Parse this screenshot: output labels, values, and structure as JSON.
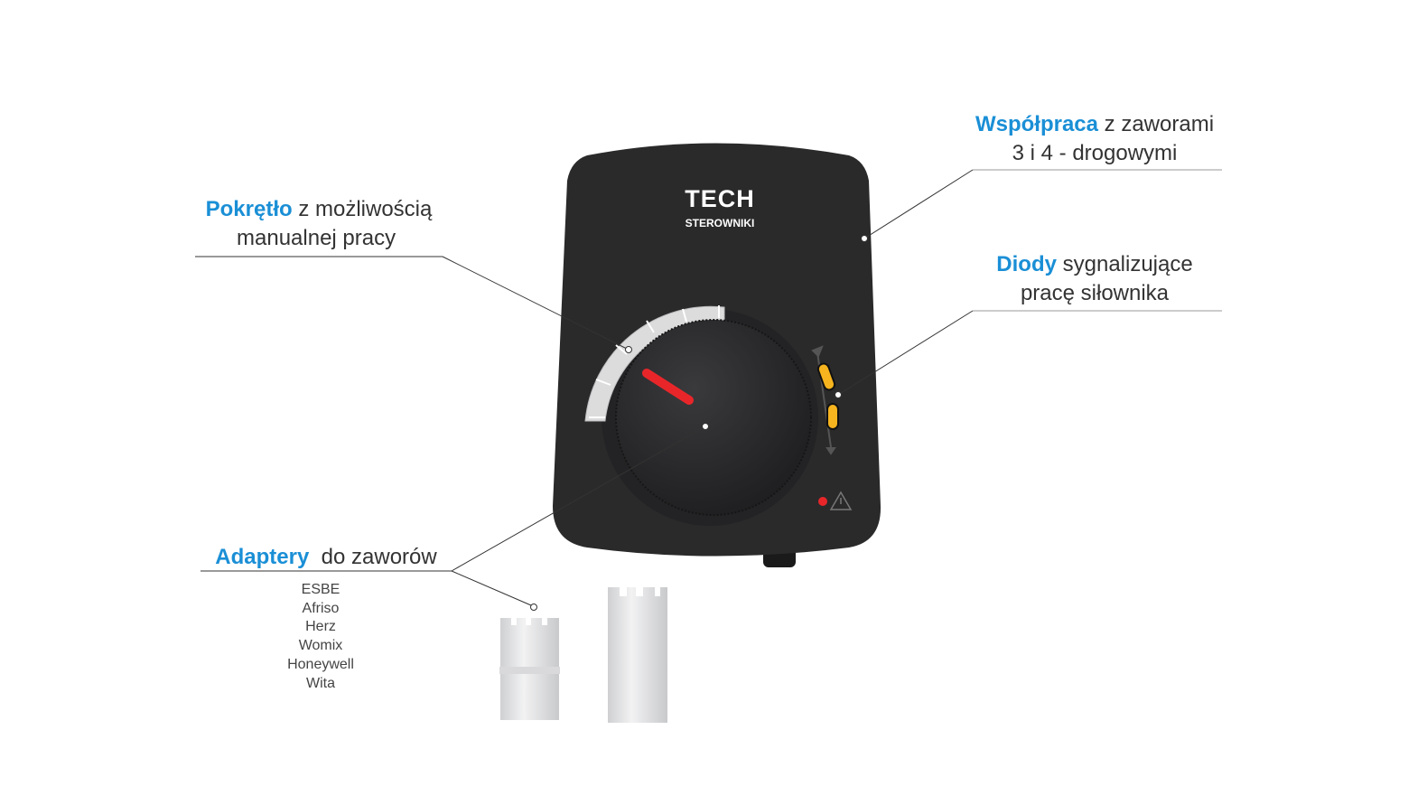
{
  "brand": {
    "logo_text": "TECH",
    "logo_subtext": "STEROWNIKI"
  },
  "colors": {
    "accent": "#1a8fd6",
    "device": "#2a2a2b",
    "pointer": "#e8262a",
    "led": "#f6b41e",
    "alarm": "#e8262a"
  },
  "callouts": {
    "knob": {
      "highlight": "Pokrętło",
      "rest": " z możliwością",
      "line2": "manualnej pracy"
    },
    "valves": {
      "highlight": "Współpraca",
      "rest": " z zaworami",
      "line2": "3 i 4 - drogowymi"
    },
    "leds": {
      "highlight": "Diody",
      "rest": " sygnalizujące",
      "line2": "pracę siłownika"
    },
    "adapters": {
      "highlight": "Adaptery",
      "rest": "  do zaworów",
      "brands": [
        "ESBE",
        "Afriso",
        "Herz",
        "Womix",
        "Honeywell",
        "Wita"
      ]
    }
  },
  "icons": {
    "warning": "warning-triangle-icon",
    "direction": "double-arrow-icon"
  }
}
